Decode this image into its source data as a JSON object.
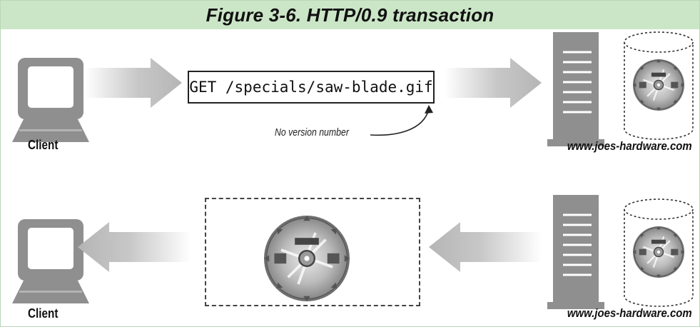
{
  "figure": {
    "title": "Figure 3-6. HTTP/0.9 transaction"
  },
  "request": {
    "line": "GET /specials/saw-blade.gif",
    "annotation": "No version number"
  },
  "nodes": {
    "client_label": "Client",
    "server_label": "www.joes-hardware.com"
  },
  "colors": {
    "title_background": "#cbe6c7",
    "arrow_gray": "#bdbdbd",
    "monitor_gray": "#8f8f8f"
  },
  "icons": {
    "client": "computer-monitor-icon",
    "server": "server-tower-icon",
    "storage": "database-cylinder-icon",
    "resource": "saw-blade-icon"
  }
}
